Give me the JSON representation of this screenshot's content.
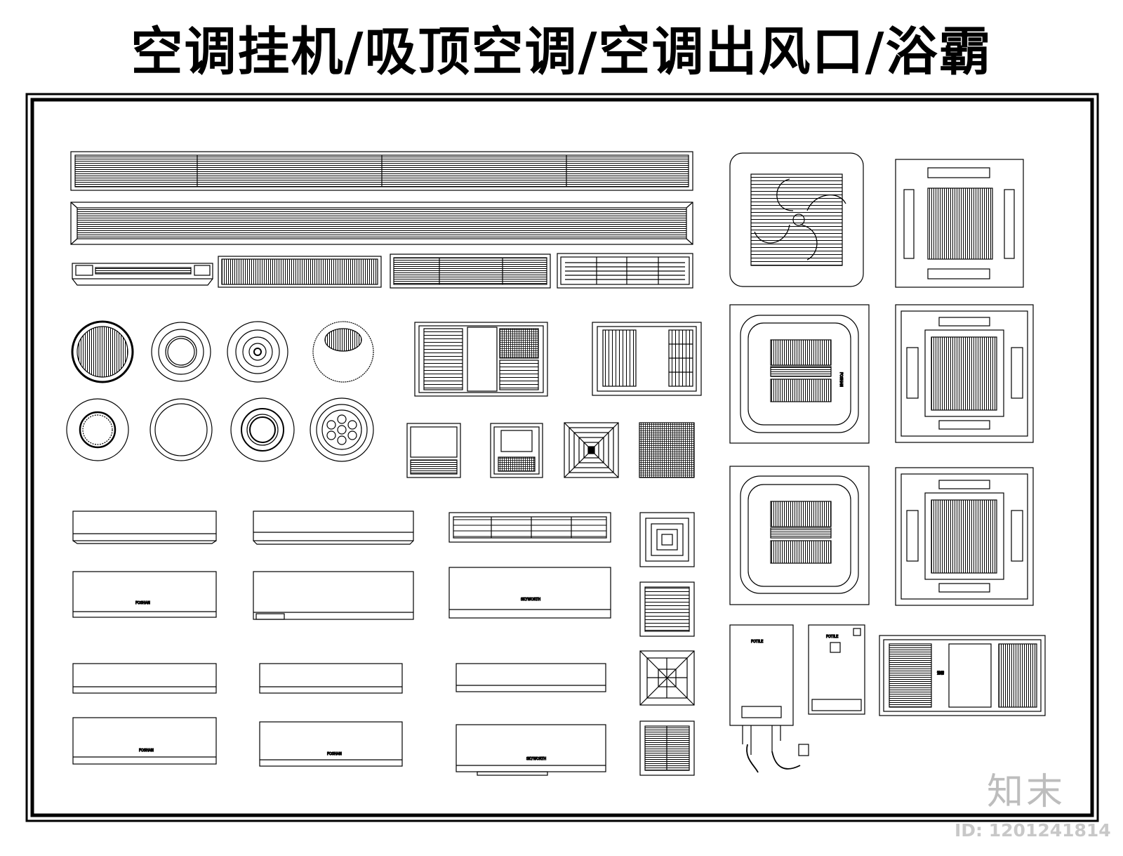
{
  "page": {
    "title": "空调挂机/吸顶空调/空调出风口/浴霸"
  },
  "labels": {
    "brand_small": "FOSHAN",
    "brand_medium": "SKYWORTH",
    "brand_heater": "FOTILE",
    "brand_small2": "FOTILE",
    "brand_bath": "浴霸"
  },
  "watermark": {
    "logo_text": "知末",
    "id_text": "ID: 1201241814"
  },
  "colors": {
    "line": "#000000",
    "background": "#ffffff",
    "watermark": "#bdbdbd"
  },
  "icons": {
    "linear_diffusers": "linear-slot-diffuser-icon",
    "round_diffusers": "round-ceiling-diffuser-icon",
    "square_diffusers": "square-ceiling-diffuser-icon",
    "cassette_ac": "ceiling-cassette-ac-icon",
    "wall_ac": "wall-mounted-ac-icon",
    "bath_heater": "bathroom-heater-icon",
    "water_heater": "water-heater-icon"
  }
}
